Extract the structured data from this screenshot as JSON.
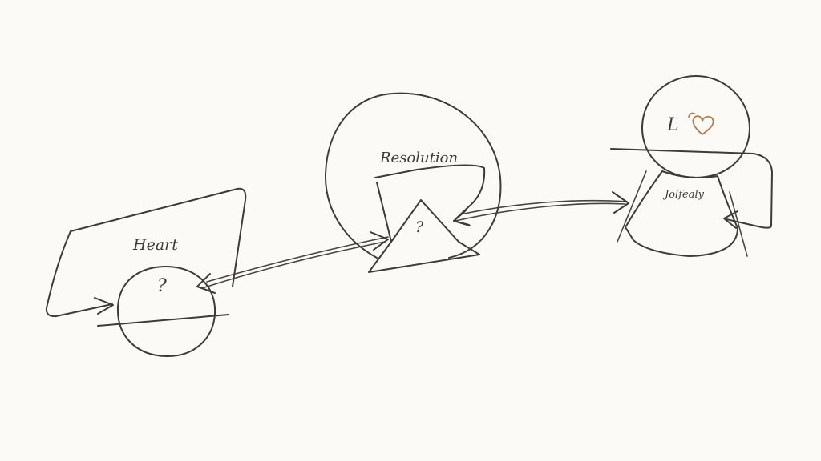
{
  "nodes": {
    "heart": {
      "label": "Heart",
      "mark": "?"
    },
    "resolution": {
      "label": "Resolution",
      "mark": "?"
    },
    "love": {
      "letter": "L",
      "symbol": "heart-symbol",
      "caption": "Jolfealy"
    }
  },
  "colors": {
    "paper": "#fbfaf6",
    "ink": "#3f3a38",
    "heart_accent": "#b87a4a"
  }
}
